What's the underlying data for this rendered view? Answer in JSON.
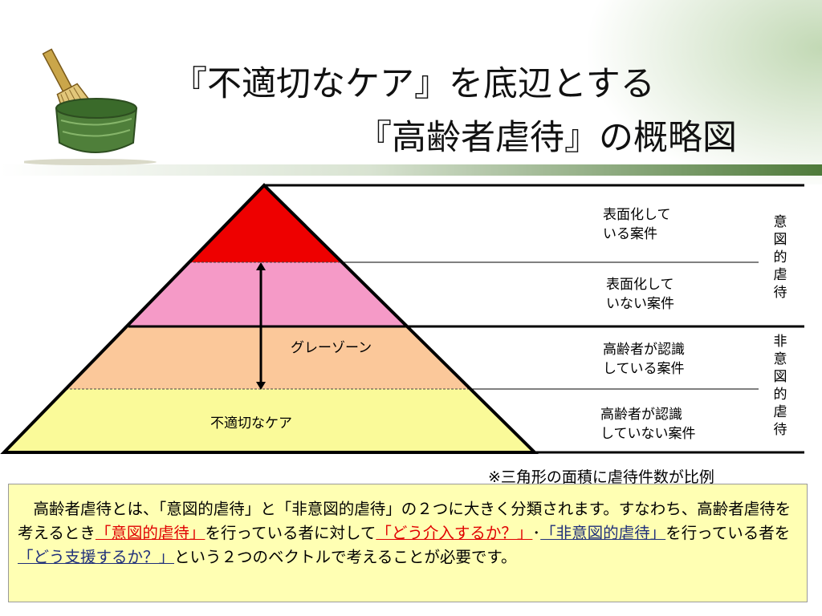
{
  "title": {
    "line1": "『不適切なケア』を底辺とする",
    "line2": "『高齢者虐待』の概略図"
  },
  "pyramid": {
    "gray_zone_label": "グレーゾーン",
    "base_label": "不適切なケア",
    "levels": [
      {
        "label": "表面化している案件",
        "color": "#ee0000"
      },
      {
        "label": "表面化していない案件",
        "color": "#f59ac7"
      },
      {
        "label": "高齢者が認識している案件",
        "color": "#fbc89a"
      },
      {
        "label": "高齢者が認識していない案件",
        "color": "#fafa99"
      }
    ]
  },
  "right_labels": {
    "l1a": "表面化して",
    "l1b": "いる案件",
    "l2a": "表面化して",
    "l2b": "いない案件",
    "l3a": "高齢者が認識",
    "l3b": "している案件",
    "l4a": "高齢者が認識",
    "l4b": "していない案件"
  },
  "categories": {
    "intentional": "意図的虐待",
    "unintentional": "非意図的虐待"
  },
  "note": "※三角形の面積に虐待件数が比例",
  "explanation": {
    "p1": "　高齢者虐待とは、「意図的虐待」と「非意図的虐待」の２つに大きく分類されます。すなわち、高齢者虐待を考えるとき",
    "hl1": "「意図的虐待」",
    "p2": "を行っている者に対して",
    "hl2": "「どう介入するか？」",
    "p3": "･",
    "hl3": "「非意図的虐待」",
    "p4": "を行っている者を",
    "hl4": "「どう支援するか？」",
    "p5": "という２つのベクトルで考えることが必要です。"
  },
  "icon": "tea-bowl-whisk-icon"
}
